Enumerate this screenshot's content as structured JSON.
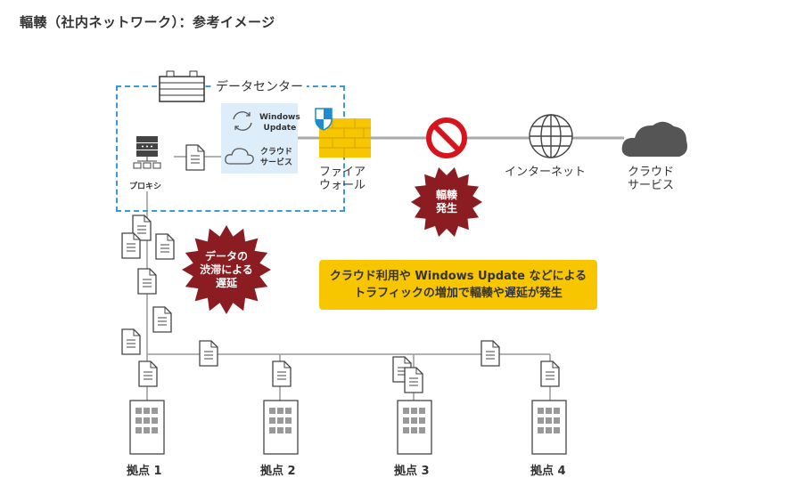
{
  "title": "輻輳（社内ネットワーク）：参考イメージ",
  "datacenter": {
    "label": "データセンター",
    "proxy_label": "プロキシ",
    "windows_update_label_1": "Windows",
    "windows_update_label_2": "Update",
    "cloud_service_label_1": "クラウド",
    "cloud_service_label_2": "サービス"
  },
  "firewall": {
    "label_1": "ファイア",
    "label_2": "ウォール"
  },
  "internet": {
    "label": "インターネット"
  },
  "cloud": {
    "label_1": "クラウド",
    "label_2": "サービス"
  },
  "congestion_burst": {
    "line_1": "輻輳",
    "line_2": "発生"
  },
  "delay_burst": {
    "line_1": "データの",
    "line_2": "渋滞による",
    "line_3": "遅延"
  },
  "callout": {
    "line_1": "クラウド利用や Windows Update などによる",
    "line_2": "トラフィックの増加で輻輳や遅延が発生"
  },
  "sites": [
    {
      "label": "拠点 1"
    },
    {
      "label": "拠点 2"
    },
    {
      "label": "拠点 3"
    },
    {
      "label": "拠点 4"
    }
  ],
  "colors": {
    "datacenter_border": "#3a9ad9",
    "firewall": "#f7c600",
    "burst": "#8b1d22",
    "block": "#d7141c",
    "callout": "#f7c600",
    "cloud": "#555555"
  }
}
